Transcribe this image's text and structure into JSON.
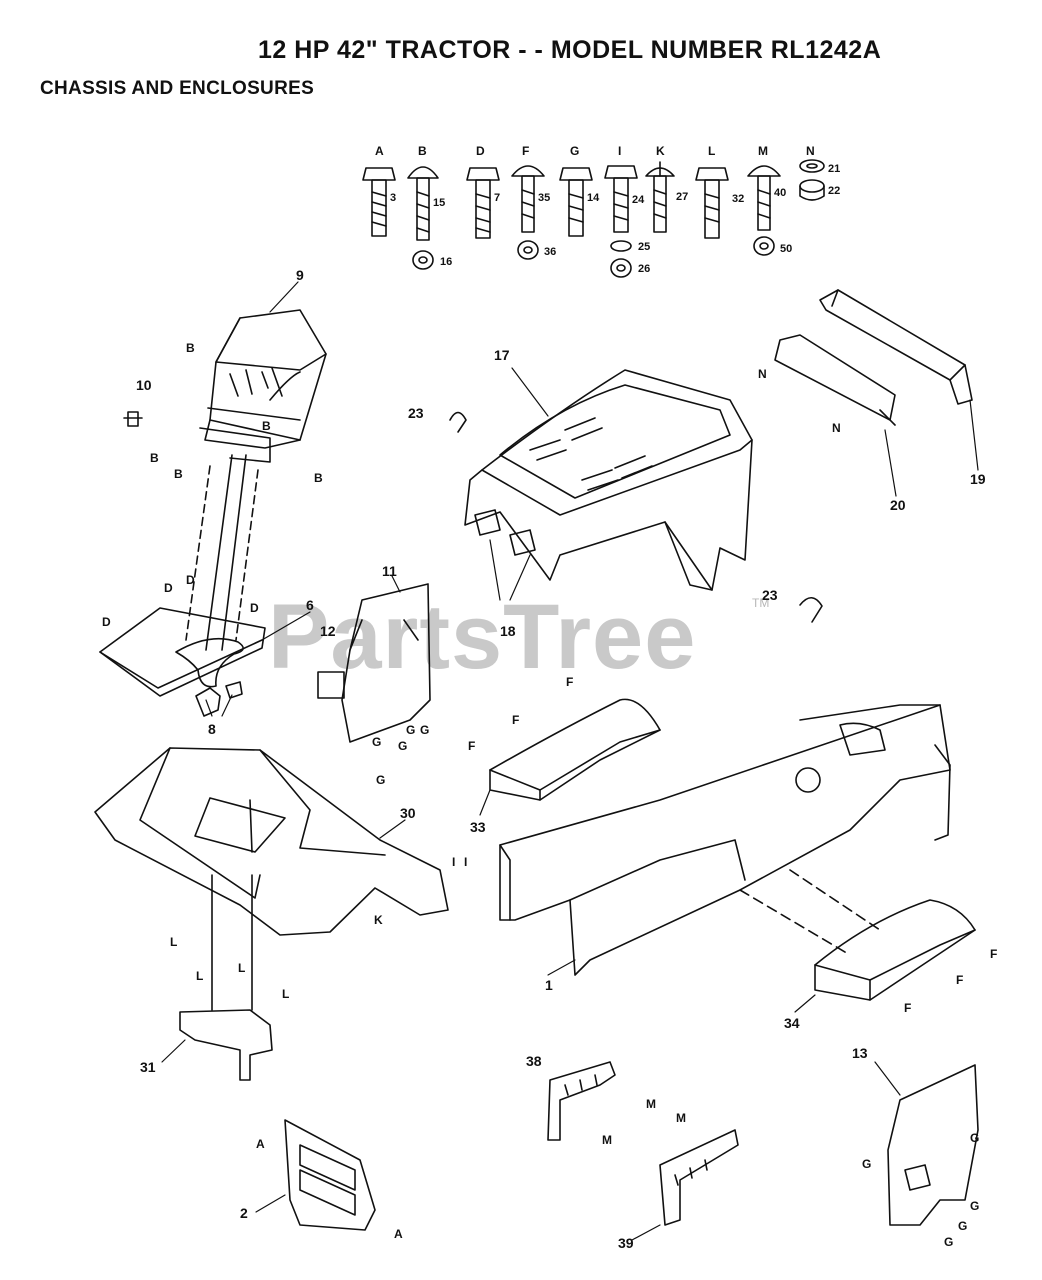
{
  "title": "12 HP 42\"  TRACTOR - - MODEL NUMBER RL1242A",
  "subtitle": "CHASSIS AND ENCLOSURES",
  "watermark": "PartsTree",
  "watermark_tm": "TM",
  "hardware": {
    "letters": [
      "A",
      "B",
      "D",
      "F",
      "G",
      "I",
      "K",
      "L",
      "M",
      "N"
    ],
    "numbers": [
      "3",
      "15",
      "16",
      "7",
      "35",
      "36",
      "14",
      "24",
      "25",
      "26",
      "27",
      "32",
      "40",
      "50",
      "21",
      "22"
    ]
  },
  "callouts": [
    "1",
    "2",
    "6",
    "8",
    "9",
    "10",
    "11",
    "12",
    "13",
    "17",
    "18",
    "19",
    "20",
    "23",
    "23",
    "30",
    "31",
    "33",
    "34",
    "38",
    "39"
  ],
  "refs": [
    "B",
    "B",
    "B",
    "B",
    "B",
    "N",
    "N",
    "D",
    "D",
    "D",
    "D",
    "G",
    "G",
    "G",
    "G",
    "G",
    "G",
    "G",
    "G",
    "G",
    "G",
    "F",
    "F",
    "F",
    "F",
    "F",
    "F",
    "I",
    "I",
    "K",
    "L",
    "L",
    "L",
    "L",
    "M",
    "M",
    "M",
    "A",
    "A"
  ]
}
